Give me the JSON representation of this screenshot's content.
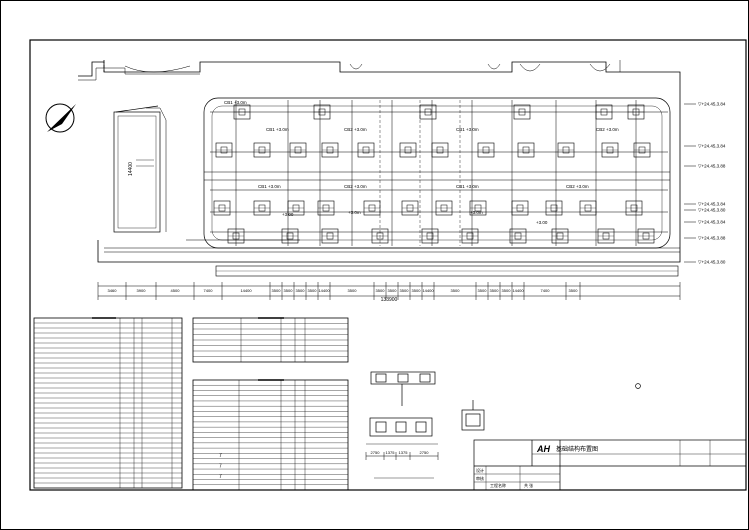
{
  "drawing": {
    "labels": {
      "pile_a": "CB1 +3.0m",
      "pile_b": "CB2 +3.0m",
      "level_a": "+3.00",
      "spot_a": "+3.0m"
    },
    "elev_right": [
      "▽+24.45,3.84",
      "▽+24.45,3.84",
      "▽+24.45,3.88",
      "▽+24.45,3.84",
      "▽+24.45,3.80",
      "▽+24.45,3.84",
      "▽+24.45,3.88",
      "▽+24.45,3.80"
    ],
    "dims": [
      "3460",
      "3900",
      "4500",
      "7400",
      "14400",
      "3500",
      "3500",
      "3500",
      "3500",
      "14400",
      "3500",
      "3500",
      "3500",
      "3500",
      "3500",
      "14400",
      "3500",
      "3500",
      "3500",
      "3500",
      "14400",
      "7400",
      "3500"
    ],
    "total_dim": "133900",
    "detail_dims": [
      "2750",
      "1375",
      "1375",
      "2750"
    ],
    "table_marks": [
      "7",
      "7",
      "7"
    ],
    "title_block": {
      "logo": "AH",
      "title": "基础结构布置图",
      "rows": [
        "设计",
        "审核"
      ],
      "cells": [
        "工程名称",
        "共 张"
      ]
    }
  }
}
